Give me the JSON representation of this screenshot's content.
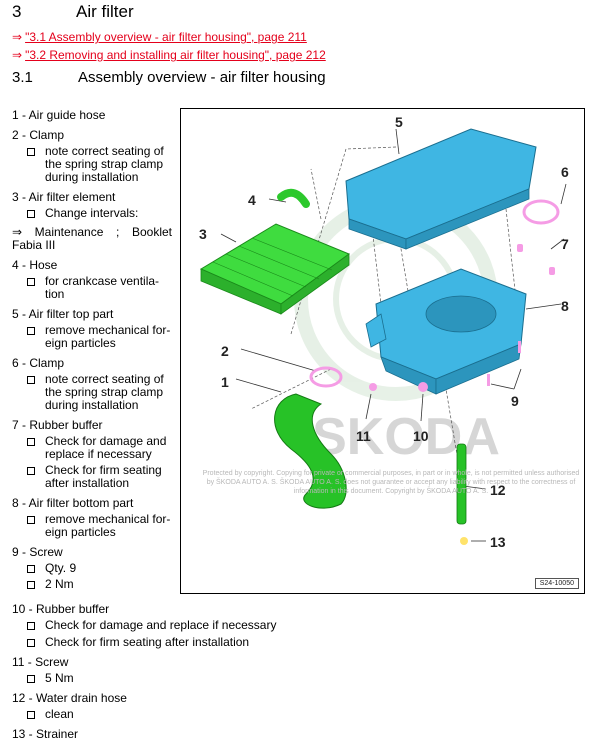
{
  "heading": {
    "number": "3",
    "title": "Air filter"
  },
  "links": [
    {
      "arrow": "⇒",
      "text": "\"3.1 Assembly overview - air filter housing\", page 211"
    },
    {
      "arrow": "⇒",
      "text": "\"3.2 Removing and installing air filter housing\", page 212"
    }
  ],
  "section": {
    "number": "3.1",
    "title": "Assembly overview - air filter housing"
  },
  "items": [
    {
      "label": "1 - Air guide hose"
    },
    {
      "label": "2 - Clamp",
      "subs": [
        "note correct seating of the spring strap clamp during installation"
      ]
    },
    {
      "label": "3 - Air filter element",
      "subs": [
        "Change intervals:"
      ],
      "ref": "⇒ Maintenance ; Booklet Fabia III"
    },
    {
      "label": "4 - Hose",
      "subs": [
        "for crankcase ventila-tion"
      ]
    },
    {
      "label": "5 - Air filter top part",
      "subs": [
        "remove mechanical for-eign particles"
      ]
    },
    {
      "label": "6 - Clamp",
      "subs": [
        "note correct seating of the spring strap clamp during installation"
      ]
    },
    {
      "label": "7 - Rubber buffer",
      "subs": [
        "Check for damage and replace if necessary",
        "Check for firm seating after installation"
      ]
    },
    {
      "label": "8 - Air filter bottom part",
      "subs": [
        "remove mechanical for-eign particles"
      ]
    },
    {
      "label": "9 - Screw",
      "subs": [
        "Qty. 9",
        "2 Nm"
      ]
    }
  ],
  "wide_items": [
    {
      "label": "10 - Rubber buffer",
      "subs": [
        "Check for damage and replace if necessary",
        "Check for firm seating after installation"
      ]
    },
    {
      "label": "11 - Screw",
      "subs": [
        "5 Nm"
      ]
    },
    {
      "label": "12 - Water drain hose",
      "subs": [
        "clean"
      ]
    },
    {
      "label": "13 - Strainer",
      "subs": []
    }
  ],
  "figure": {
    "callouts": [
      "1",
      "2",
      "3",
      "4",
      "5",
      "6",
      "7",
      "8",
      "9",
      "10",
      "11",
      "12",
      "13"
    ],
    "watermark": "SKODA",
    "copyright": "Protected by copyright. Copying for private or commercial purposes, in part or in whole, is not permitted unless authorised by ŠKODA AUTO A. S. ŠKODA AUTO A. S. does not guarantee or accept any liability with respect to the correctness of information in this document. Copyright by ŠKODA AUTO A. S.",
    "code": "S24-10050",
    "colors": {
      "housing": "#3fb6e3",
      "filter": "#3fdc3f",
      "hose": "#27c227",
      "parts": "#f59ce5"
    }
  }
}
